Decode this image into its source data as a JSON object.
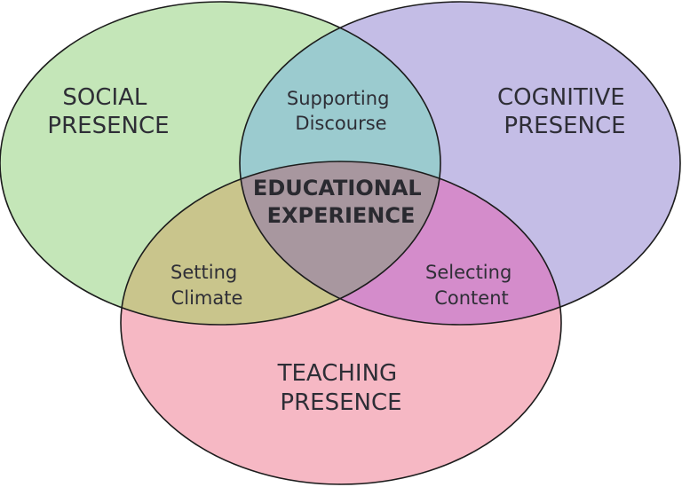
{
  "diagram": {
    "circles": {
      "social": {
        "label_lines": [
          "SOCIAL",
          "PRESENCE"
        ],
        "color": "#c4e6b8"
      },
      "cognitive": {
        "label_lines": [
          "COGNITIVE",
          "PRESENCE"
        ],
        "color": "#c4bde6"
      },
      "teaching": {
        "label_lines": [
          "TEACHING",
          "PRESENCE"
        ],
        "color": "#f6b8c4"
      }
    },
    "overlaps": {
      "social_cognitive": {
        "label_lines": [
          "Supporting",
          "Discourse"
        ],
        "color": "#9bcbcf"
      },
      "social_teaching": {
        "label_lines": [
          "Setting",
          "Climate"
        ],
        "color": "#c9c58c"
      },
      "cognitive_teaching": {
        "label_lines": [
          "Selecting",
          "Content"
        ],
        "color": "#d48ccb"
      },
      "center": {
        "label_lines": [
          "EDUCATIONAL",
          "EXPERIENCE"
        ],
        "color": "#a8979f"
      }
    },
    "outline_color": "#1c1c1c"
  }
}
